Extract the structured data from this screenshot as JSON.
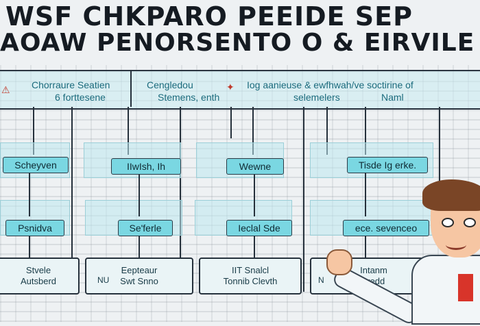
{
  "title": {
    "line1": "WSF CHKPARO PEEIDE SEP",
    "line2": "AOAW PENORSENTO O & EIRVILE"
  },
  "top_band": {
    "left": [
      "Chorraure Seatien",
      "6  forttesene"
    ],
    "mid": [
      "Cengledou",
      "Stemens, enth"
    ],
    "right": [
      "Iog aanieuse  & ewfhwah/ve  soctirine of",
      "selemelers",
      "Naml"
    ]
  },
  "pills_row1": [
    "Scheyven",
    "IIwIsh, Ih",
    "Wewne",
    "Tisde Ig erke."
  ],
  "pills_row2": [
    "Psnidva",
    "Se'ferle",
    "Ieclal  Sde",
    "ece.  sevenceo"
  ],
  "boxes": [
    [
      "Stvele",
      "Autsberd"
    ],
    [
      "Eepteaur",
      "Swt Snno"
    ],
    [
      "IIT Snalcl",
      "Tonnib Clevth"
    ],
    [
      "Intanm",
      "sredd"
    ]
  ],
  "box_prefix": {
    "b2": "NU",
    "b4": "N"
  },
  "colors": {
    "accent": "#7ad7e2",
    "line": "#25303b",
    "text": "#1a6a7c",
    "tie": "#d8342a"
  },
  "icons": {
    "warning": "warning-icon",
    "bird": "bird-icon"
  }
}
